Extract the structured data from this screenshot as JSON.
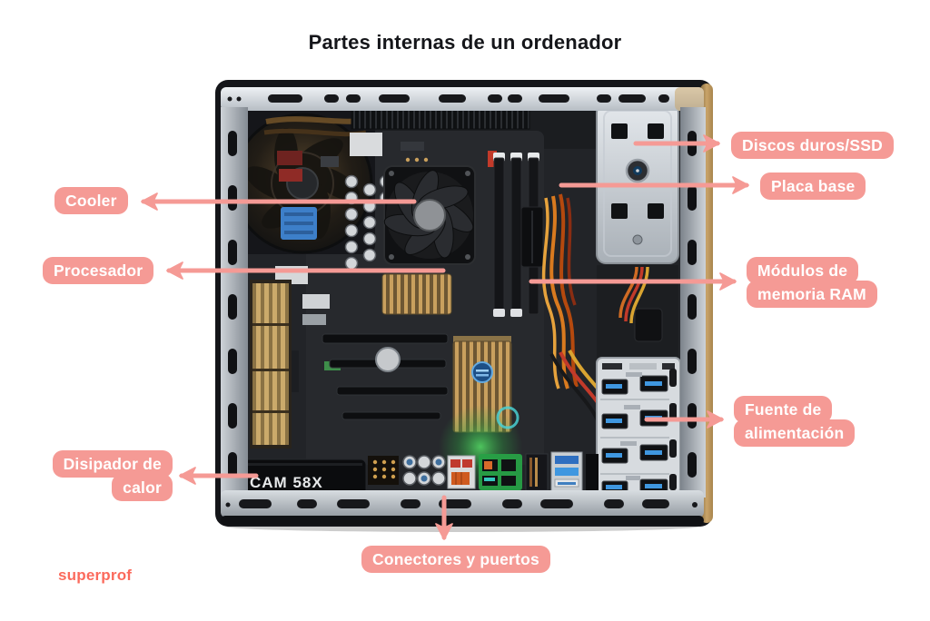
{
  "title": "Partes internas de un ordenador",
  "watermark": "superprof",
  "colors": {
    "background": "#ffffff",
    "label_bg": "#f59a95",
    "label_text": "#ffffff",
    "arrow": "#f59a95",
    "title_text": "#15161a",
    "watermark_text": "#fb6a5c"
  },
  "labels": {
    "discos": {
      "lines": [
        "Discos duros/SSD"
      ]
    },
    "placa": {
      "lines": [
        "Placa base"
      ]
    },
    "cooler": {
      "lines": [
        "Cooler"
      ]
    },
    "procesador": {
      "lines": [
        "Procesador"
      ]
    },
    "ram": {
      "lines": [
        "Módulos de",
        "memoria RAM"
      ]
    },
    "fuente": {
      "lines": [
        "Fuente de",
        "alimentación"
      ]
    },
    "disipador": {
      "lines": [
        "Disipador de",
        "calor"
      ]
    },
    "conectores": {
      "lines": [
        "Conectores y puertos"
      ]
    }
  },
  "figure": {
    "cam_label": "CAM 58X"
  }
}
